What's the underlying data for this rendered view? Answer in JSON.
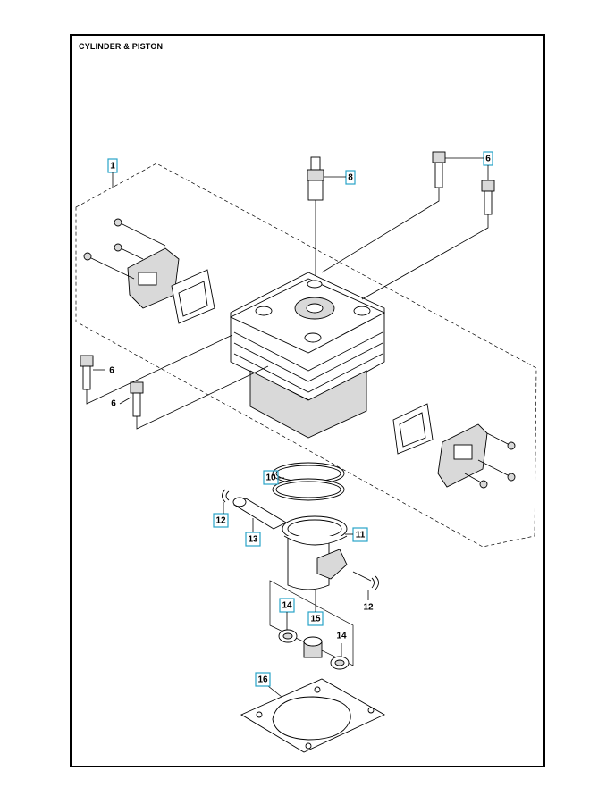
{
  "title": "CYLINDER & PISTON",
  "colors": {
    "callout_box": "#29a3c7",
    "frame": "#000000"
  },
  "callouts": [
    {
      "label": "1",
      "boxed": true
    },
    {
      "label": "8",
      "boxed": true
    },
    {
      "label": "6",
      "boxed": true
    },
    {
      "label": "6",
      "boxed": false
    },
    {
      "label": "6",
      "boxed": false
    },
    {
      "label": "10",
      "boxed": true
    },
    {
      "label": "11",
      "boxed": true
    },
    {
      "label": "12",
      "boxed": true
    },
    {
      "label": "13",
      "boxed": true
    },
    {
      "label": "12",
      "boxed": false
    },
    {
      "label": "14",
      "boxed": true
    },
    {
      "label": "15",
      "boxed": true
    },
    {
      "label": "14",
      "boxed": false
    },
    {
      "label": "16",
      "boxed": true
    }
  ]
}
